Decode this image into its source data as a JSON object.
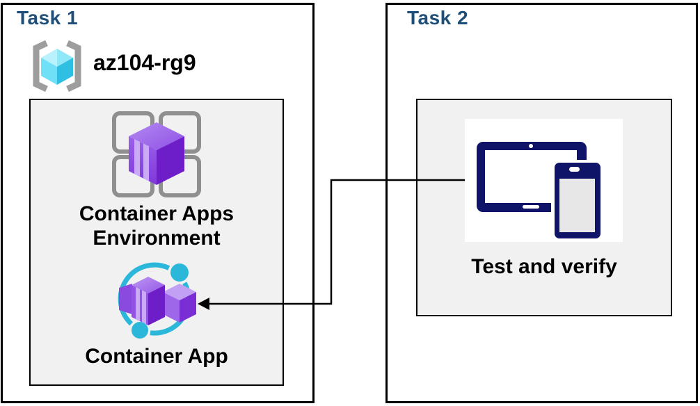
{
  "diagram": {
    "task1": {
      "title": "Task 1",
      "resource_group_name": "az104-rg9",
      "environment_label_line1": "Container Apps",
      "environment_label_line2": "Environment",
      "container_app_label": "Container App"
    },
    "task2": {
      "title": "Task 2",
      "test_label": "Test and verify"
    },
    "icons": {
      "resource_group": "azure-resource-group-icon",
      "environment": "container-apps-environment-icon",
      "container_app": "container-app-icon",
      "devices": "tablet-and-phone-icon"
    },
    "connector": {
      "type": "elbow-arrow",
      "from": "task2-test-and-verify",
      "to": "task1-container-app"
    },
    "colors": {
      "task_title_blue": "#1F4E79",
      "panel_fill": "#F1F1F1",
      "box_border": "#000000",
      "device_navy": "#101468",
      "teal": "#2BB7D9",
      "purple_front": "#9152E5",
      "purple_dark": "#6D1EC8",
      "purple_light_stripe": "#C9ABF5",
      "grid_gray": "#8F8F8F",
      "bracket_gray": "#9D9D9D",
      "cube_cyan_light": "#B9F1FC",
      "cube_cyan_dark": "#2FBFE3"
    }
  }
}
